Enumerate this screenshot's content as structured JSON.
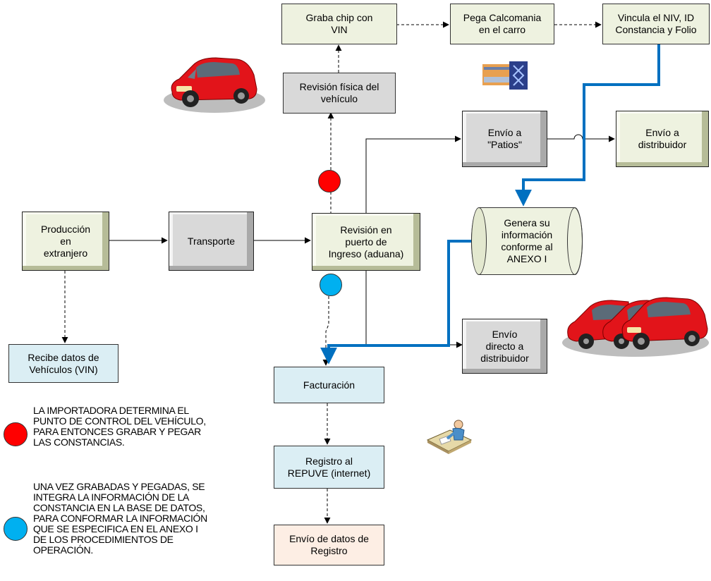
{
  "nodes": {
    "graba_chip": "Graba chip con\nVIN",
    "pega_calcomania": "Pega Calcomania\nen el carro",
    "vincula": "Vincula el NIV, ID\nConstancia y Folio",
    "revision_fisica": "Revisión física del\nvehículo",
    "envio_patios": "Envío a\n\"Patios\"",
    "envio_distribuidor": "Envío a\ndistribuidor",
    "produccion": "Producción\nen\nextranjero",
    "transporte": "Transporte",
    "revision_puerto": "Revisión en\npuerto de\nIngreso (aduana)",
    "genera_info": "Genera su\ninformación\nconforme al\nANEXO I",
    "recibe_datos": "Recibe datos de\nVehículos (VIN)",
    "envio_directo": "Envío\ndirecto a\ndistribuidor",
    "facturacion": "Facturación",
    "registro_repuve": "Registro al\nREPUVE (internet)",
    "envio_datos": "Envío de datos de\nRegistro"
  },
  "legend": [
    {
      "color": "#ff0000",
      "text": "LA IMPORTADORA DETERMINA EL\nPUNTO DE CONTROL DEL VEHÍCULO,\nPARA ENTONCES GRABAR Y PEGAR\nLAS CONSTANCIAS."
    },
    {
      "color": "#00b0f0",
      "text": "UNA VEZ GRABADAS Y PEGADAS, SE\nINTEGRA LA INFORMACIÓN DE LA\nCONSTANCIA EN LA BASE DE DATOS,\nPARA CONFORMAR LA INFORMACIÓN\nQUE SE ESPECIFICA EN EL ANEXO I\nDE LOS PROCEDIMIENTOS DE\nOPERACIÓN."
    }
  ],
  "icons": [
    "car-icon",
    "sticker-icon",
    "cars-group-icon",
    "person-at-desk-icon"
  ],
  "colors": {
    "flow_line": "#0070c0",
    "red_marker": "#ff0000",
    "blue_marker": "#00b0f0"
  }
}
